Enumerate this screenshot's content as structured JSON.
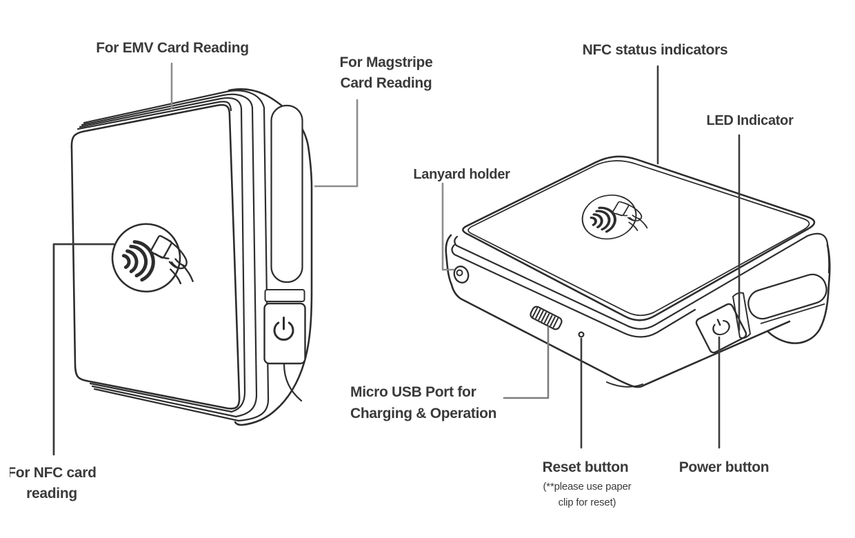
{
  "figure": {
    "description": "Mobile card reader parts diagram",
    "views": [
      "front-side view",
      "perspective view"
    ]
  },
  "colors": {
    "background": "#ffffff",
    "ink": "#2d2d2d",
    "label_text": "#3a3a3a",
    "leader_gray": "#8c8c8c",
    "leader_dark": "#3c3c3c"
  },
  "icons": {
    "contactless": "contactless-tap-icon",
    "power": "power-icon"
  },
  "labels": {
    "emv": {
      "lines": [
        "For EMV Card Reading"
      ]
    },
    "magstripe": {
      "lines": [
        "For Magstripe",
        "Card Reading"
      ]
    },
    "nfc_card": {
      "lines": [
        "For NFC card",
        "reading"
      ]
    },
    "nfc_status": {
      "lines": [
        "NFC status indicators"
      ]
    },
    "led": {
      "lines": [
        "LED Indicator"
      ]
    },
    "lanyard": {
      "lines": [
        "Lanyard holder"
      ]
    },
    "usb": {
      "lines": [
        "Micro USB Port for",
        "Charging & Operation"
      ]
    },
    "reset": {
      "title": "Reset button",
      "note_lines": [
        "(**please use paper",
        "clip for reset)"
      ]
    },
    "power": {
      "title": "Power button"
    }
  }
}
